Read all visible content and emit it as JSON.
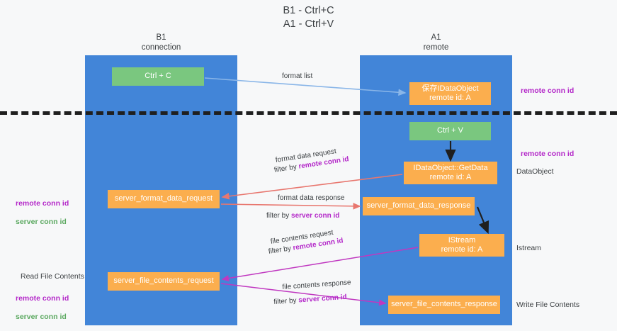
{
  "title": "B1 - Ctrl+C\nA1 - Ctrl+V",
  "lanes": [
    {
      "name": "b1",
      "header": "B1\nconnection",
      "color": "#4285d8"
    },
    {
      "name": "a1",
      "header": "A1\nremote",
      "color": "#4285d8"
    }
  ],
  "nodes": {
    "ctrl_c": "Ctrl + C",
    "save_idataobject": "保存IDataObject\nremote id: A",
    "ctrl_v": "Ctrl + V",
    "getdata": "IDataObject::GetData\nremote id: A",
    "server_format_data_request": "server_format_data_request",
    "server_format_data_response": "server_format_data_response",
    "istream": "IStream\nremote id: A",
    "server_file_contents_request": "server_file_contents_request",
    "server_file_contents_response": "server_file_contents_response"
  },
  "edges": {
    "format_list": "format list",
    "format_data_request": "format data request",
    "format_data_request_filter_prefix": "filter by ",
    "format_data_request_filter_key": "remote conn id",
    "format_data_response": "format data response",
    "format_data_response_filter_prefix": "filter by ",
    "format_data_response_filter_key": "server conn id",
    "file_contents_request": "file contents request",
    "file_contents_request_filter_prefix": "filter by ",
    "file_contents_request_filter_key": "remote conn id",
    "file_contents_response": "file contents response",
    "file_contents_response_filter_prefix": "filter by ",
    "file_contents_response_filter_key": "server conn id"
  },
  "annotations": {
    "right_remote_conn_id_top": "remote conn id",
    "right_remote_conn_id_mid": "remote conn id",
    "right_dataobject": "DataObject",
    "right_istream": "Istream",
    "right_write_file_contents": "Write File Contents",
    "left_remote_conn_id_top": "remote conn id",
    "left_server_conn_id_top": "server conn id",
    "left_read_file_contents": "Read File Contents",
    "left_remote_conn_id_bottom": "remote conn id",
    "left_server_conn_id_bottom": "server conn id"
  },
  "colors": {
    "lane": "#4285d8",
    "orange": "#fbae4e",
    "green": "#7ac77f",
    "purple": "#b429c9",
    "green_text": "#5aa85f",
    "red_arrow": "#e8776f",
    "magenta_arrow": "#c038c0",
    "blue_arrow": "#8ab6e8",
    "black_arrow": "#1f1f1f",
    "divider": "#1f1f1f",
    "background": "#f7f8f9"
  }
}
